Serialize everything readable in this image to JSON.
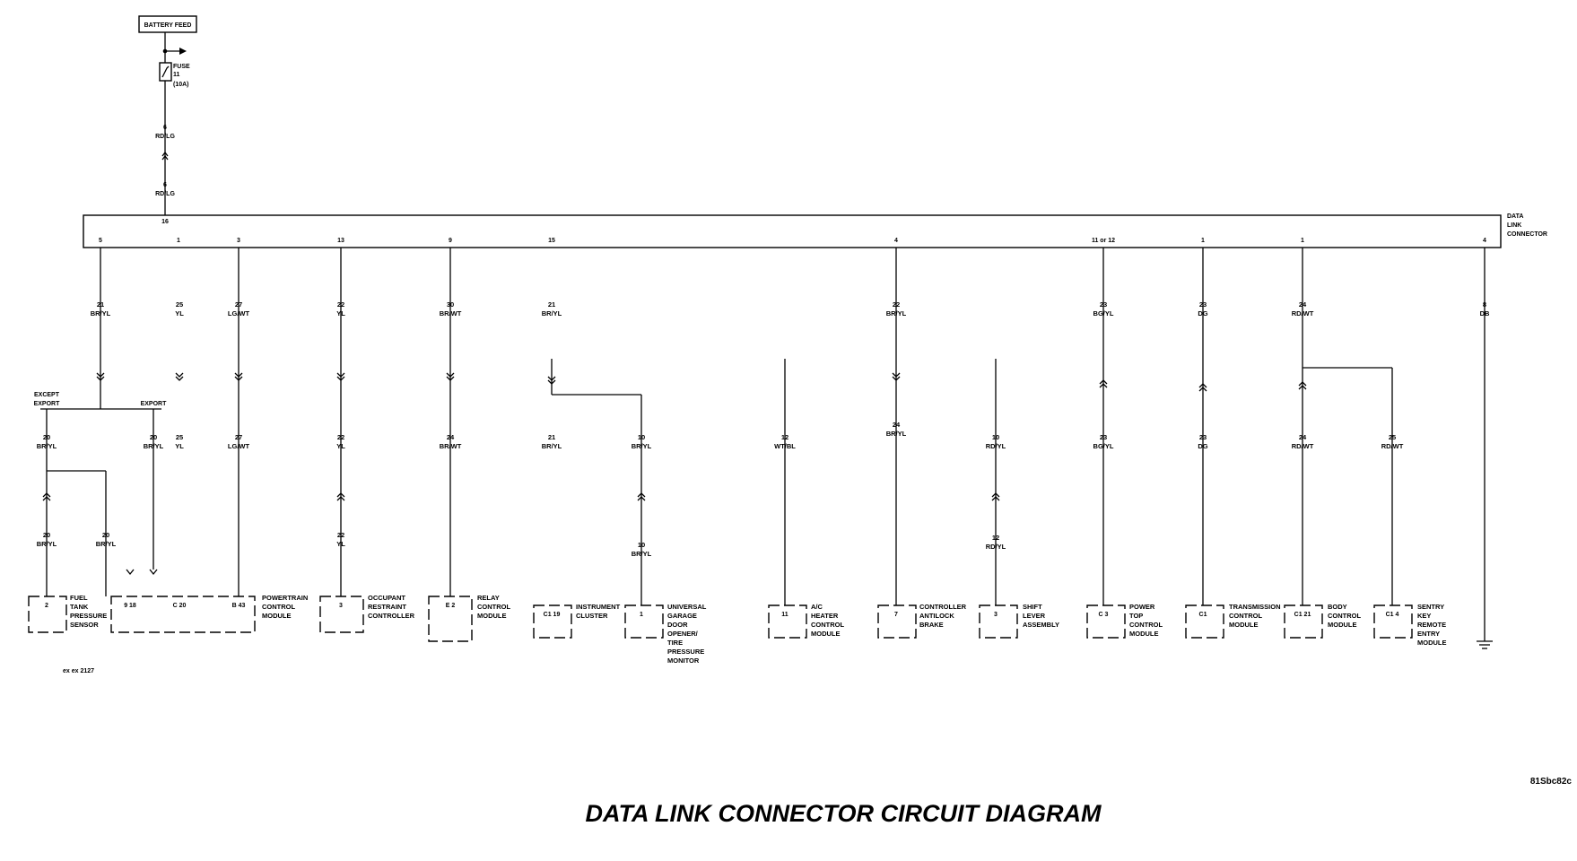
{
  "battery_label": "BATTERY FEED",
  "fuse": {
    "name": "FUSE",
    "number": "11",
    "rating": "(10A)"
  },
  "upper_wire": {
    "a": "6",
    "b": "RD/LG",
    "c": "6",
    "d": "RD/LG",
    "pin": "16"
  },
  "dlc_label": [
    "DATA",
    "LINK",
    "CONNECTOR"
  ],
  "dlc_pins": [
    "5",
    "1",
    "3",
    "13",
    "9",
    "15",
    "4",
    "11 or 12",
    "1",
    "1",
    "4"
  ],
  "upper_wires": [
    [
      "21",
      "BR/YL"
    ],
    [
      "25",
      "YL"
    ],
    [
      "27",
      "LG/WT"
    ],
    [
      "22",
      "YL"
    ],
    [
      "30",
      "BR/WT"
    ],
    [
      "21",
      "BR/YL"
    ],
    [
      "22",
      "BR/YL"
    ],
    [
      "23",
      "BG/YL"
    ],
    [
      "23",
      "DG"
    ],
    [
      "24",
      "RD/WT"
    ],
    [
      "8",
      "DB"
    ]
  ],
  "mid_wires": [
    [
      "20",
      "BR/YL"
    ],
    [
      "20",
      "BR/YL"
    ],
    [
      "25",
      "YL"
    ],
    [
      "27",
      "LG/WT"
    ],
    [
      "22",
      "YL"
    ],
    [
      "24",
      "BR/WT"
    ],
    [
      "21",
      "BR/YL"
    ],
    [
      "10",
      "BR/YL"
    ],
    [
      "12",
      "WT/BL"
    ],
    [
      "24",
      "BR/YL"
    ],
    [
      "10",
      "RD/YL"
    ],
    [
      "23",
      "BG/YL"
    ],
    [
      "23",
      "DG"
    ],
    [
      "24",
      "RD/WT"
    ],
    [
      "25",
      "RD/WT"
    ]
  ],
  "lower_wires": [
    [
      "20",
      "BR/YL"
    ],
    [
      "20",
      "BR/YL"
    ],
    [
      "22",
      "YL"
    ],
    [
      "10",
      "BR/YL"
    ],
    [
      "12",
      "RD/YL"
    ]
  ],
  "except_label": [
    "EXCEPT",
    "EXPORT"
  ],
  "export_label": "EXPORT",
  "module_pins": [
    "2",
    "9 18",
    "C 20",
    "B 43",
    "3",
    "E 2",
    "C1 19",
    "1",
    "11",
    "7",
    "3",
    "C 3",
    "C1",
    "C1 21",
    "C1 4"
  ],
  "modules": [
    [
      "FUEL",
      "TANK",
      "PRESSURE",
      "SENSOR"
    ],
    [
      "POWERTRAIN",
      "CONTROL",
      "MODULE"
    ],
    [
      "OCCUPANT",
      "RESTRAINT",
      "CONTROLLER"
    ],
    [
      "RELAY",
      "CONTROL",
      "MODULE"
    ],
    [
      "INSTRUMENT",
      "CLUSTER"
    ],
    [
      "UNIVERSAL",
      "GARAGE",
      "DOOR",
      "OPENER/",
      "TIRE",
      "PRESSURE",
      "MONITOR"
    ],
    [
      "A/C",
      "HEATER",
      "CONTROL",
      "MODULE"
    ],
    [
      "CONTROLLER",
      "ANTILOCK",
      "BRAKE"
    ],
    [
      "SHIFT",
      "LEVER",
      "ASSEMBLY"
    ],
    [
      "POWER",
      "TOP",
      "CONTROL",
      "MODULE"
    ],
    [
      "TRANSMISSION",
      "CONTROL",
      "MODULE"
    ],
    [
      "BODY",
      "CONTROL",
      "MODULE"
    ],
    [
      "SENTRY",
      "KEY",
      "REMOTE",
      "ENTRY",
      "MODULE"
    ]
  ],
  "footnote": "ex ex 2127",
  "figure_code": "81Sbc82c",
  "title": "DATA LINK CONNECTOR CIRCUIT DIAGRAM"
}
